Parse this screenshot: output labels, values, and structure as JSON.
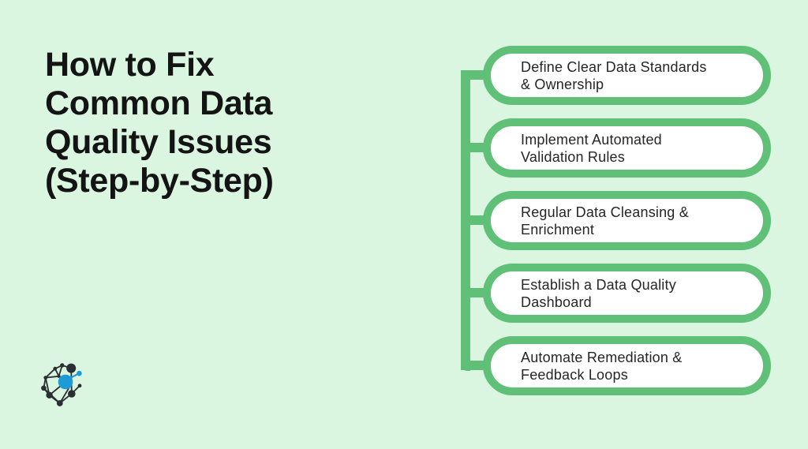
{
  "colors": {
    "background": "#daf6e0",
    "accent_green": "#60c078",
    "card_fill": "#ffffff",
    "title_text": "#141414",
    "step_text": "#262626",
    "logo_dark": "#2b2e33",
    "logo_blue": "#1d9bd7"
  },
  "header": {
    "title_lines": [
      "How to Fix",
      "Common Data",
      "Quality Issues",
      "(Step-by-Step)"
    ]
  },
  "steps": [
    {
      "line1": "Define Clear Data Standards",
      "line2": "& Ownership"
    },
    {
      "line1": "Implement Automated",
      "line2": "Validation Rules"
    },
    {
      "line1": "Regular Data Cleansing &",
      "line2": "Enrichment"
    },
    {
      "line1": "Establish a Data Quality",
      "line2": "Dashboard"
    },
    {
      "line1": "Automate Remediation &",
      "line2": "Feedback Loops"
    }
  ],
  "logo": {
    "name": "network-graph-logo"
  }
}
